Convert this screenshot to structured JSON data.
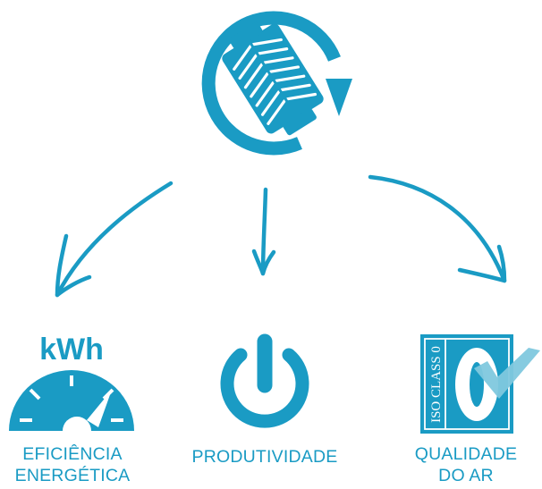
{
  "colors": {
    "primary": "#1a9bc4",
    "check": "#7fc8de",
    "background": "#ffffff"
  },
  "top_icon": {
    "icon": "fan-coil-rotation-icon"
  },
  "items": [
    {
      "icon": "kwh-gauge-icon",
      "icon_text": "kWh",
      "label_lines": [
        "EFICIÊNCIA",
        "ENERGÉTICA"
      ]
    },
    {
      "icon": "power-button-icon",
      "label_lines": [
        "PRODUTIVIDADE"
      ]
    },
    {
      "icon": "iso-class-0-check-icon",
      "icon_text": "ISO CLASS 0",
      "label_lines": [
        "QUALIDADE",
        "DO AR"
      ]
    }
  ]
}
